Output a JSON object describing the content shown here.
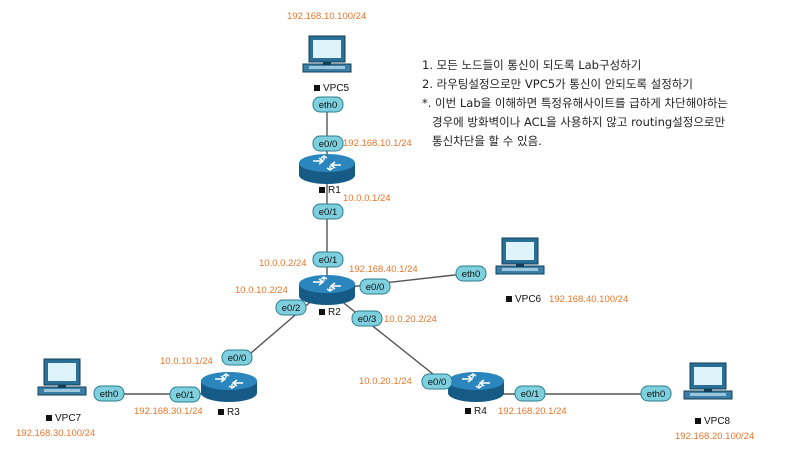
{
  "notes": {
    "line1": "1. 모든 노드들이 통신이 되도록 Lab구성하기",
    "line2": "2. 라우팅설정으로만 VPC5가 통신이 안되도록 설정하기",
    "line3": "*. 이번 Lab을 이해하면 특정유해사이트를 급하게 차단해야하는",
    "line4": "경우에 방화벽이나 ACL을 사용하지 않고 routing설정으로만",
    "line5": "통신차단을 할 수 있음."
  },
  "devices": {
    "vpc5": {
      "name": "VPC5",
      "ip": "192.168.10.100/24",
      "port": "eth0"
    },
    "vpc6": {
      "name": "VPC6",
      "ip": "192.168.40.100/24",
      "port": "eth0"
    },
    "vpc7": {
      "name": "VPC7",
      "ip": "192.168.30.100/24",
      "port": "eth0"
    },
    "vpc8": {
      "name": "VPC8",
      "ip": "192.168.20.100/24",
      "port": "eth0"
    },
    "r1": {
      "name": "R1"
    },
    "r2": {
      "name": "R2"
    },
    "r3": {
      "name": "R3"
    },
    "r4": {
      "name": "R4"
    }
  },
  "ports": {
    "r1_e00": {
      "label": "e0/0",
      "ip": "192.168.10.1/24"
    },
    "r1_e01": {
      "label": "e0/1",
      "ip": "10.0.0.1/24"
    },
    "r2_e01": {
      "label": "e0/1",
      "ip": "10.0.0.2/24"
    },
    "r2_e00": {
      "label": "e0/0",
      "ip": "192.168.40.1/24"
    },
    "r2_e02": {
      "label": "e0/2",
      "ip": "10.0.10.2/24"
    },
    "r2_e03": {
      "label": "e0/3",
      "ip": "10.0.20.2/24"
    },
    "r3_e00": {
      "label": "e0/0",
      "ip": "10.0.10.1/24"
    },
    "r3_e01": {
      "label": "e0/1",
      "ip": "192.168.30.1/24"
    },
    "r4_e00": {
      "label": "e0/0",
      "ip": "10.0.20.1/24"
    },
    "r4_e01": {
      "label": "e0/1",
      "ip": "192.168.20.1/24"
    }
  },
  "colors": {
    "ip_text": "#e8752a",
    "port_fill": "#7fd0df",
    "router_fill": "#1d6fa0",
    "link": "#555555"
  }
}
